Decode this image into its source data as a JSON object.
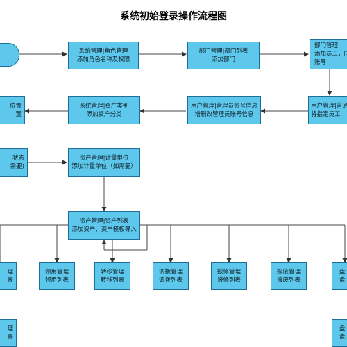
{
  "title": "系统初始登录操作流程图",
  "nodes": {
    "start": "",
    "role_mgmt": [
      "系统管理|角色管理",
      "添加角色名称及权限"
    ],
    "dept_mgmt": [
      "部门管理|部门列表",
      "添加部门"
    ],
    "dept_staff": [
      "部门管理|",
      "添加员工，同",
      "账号"
    ],
    "user_common": [
      "用户管理|普通",
      "将指定员工"
    ],
    "user_admin": [
      "用户管理|管理员账号信息",
      "增删改管理员账号信息"
    ],
    "asset_category": [
      "系统管理|资产类别",
      "添加资产分类"
    ],
    "location": [
      "位置",
      "置"
    ],
    "status": [
      "状态",
      "需要)"
    ],
    "unit": [
      "资产管理|计量单位",
      "添加计量单位（如需要）"
    ],
    "asset_list": [
      "资产管理|资产列表",
      "添加资产，资产模板导入"
    ],
    "b_left": [
      "理",
      "表"
    ],
    "b_receive": [
      "领用管理",
      "领用列表"
    ],
    "b_transfer": [
      "转移管理",
      "转移列表"
    ],
    "b_allocate": [
      "调拨管理",
      "调拨列表"
    ],
    "b_repair": [
      "报修管理",
      "报修列表"
    ],
    "b_scrap": [
      "报废管理",
      "报废列表"
    ],
    "b_inventory": [
      "盘",
      "盘"
    ],
    "b2_left": [
      "理",
      "表"
    ],
    "b2_right": [
      "盘",
      "盘"
    ]
  }
}
